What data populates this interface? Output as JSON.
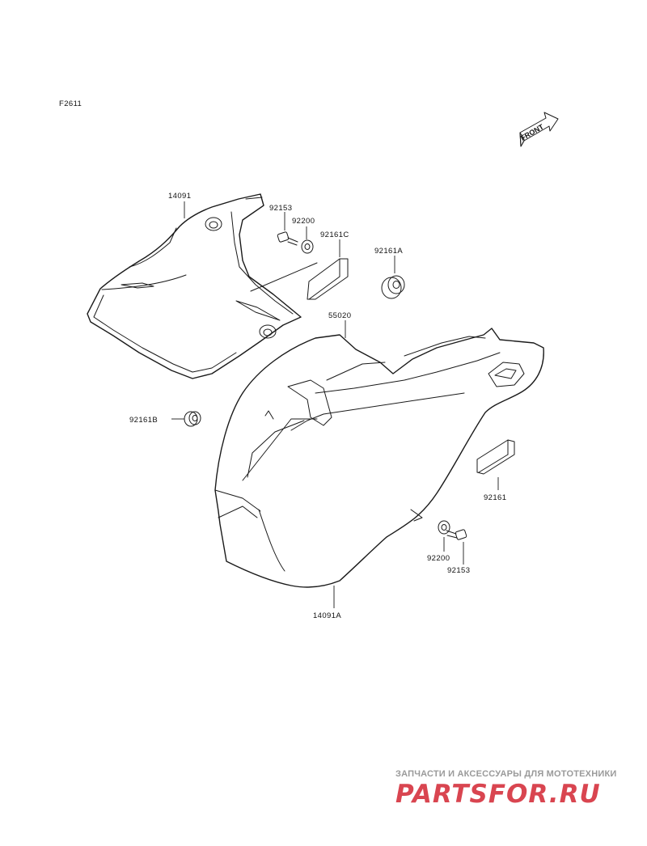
{
  "figure_code": "F2611",
  "front_marker": {
    "text": "FRONT",
    "icon": "front-direction-arrow-icon"
  },
  "parts": {
    "cover_left": "14091",
    "cover_right": "14091A",
    "emblem": "55020",
    "bolt_top": "92153",
    "washer_top": "92200",
    "pad_top": "92161C",
    "grommet_top": "92161A",
    "grommet_left": "92161B",
    "pad_right": "92161",
    "washer_bottom": "92200",
    "bolt_bottom": "92153"
  },
  "watermark": {
    "caption": "ЗАПЧАСТИ И АКСЕССУАРЫ ДЛЯ МОТОТЕХНИКИ",
    "logo": "PARTSFOR.RU",
    "logo_icon": "partsfor-logo",
    "logo_color": "#d94550"
  }
}
